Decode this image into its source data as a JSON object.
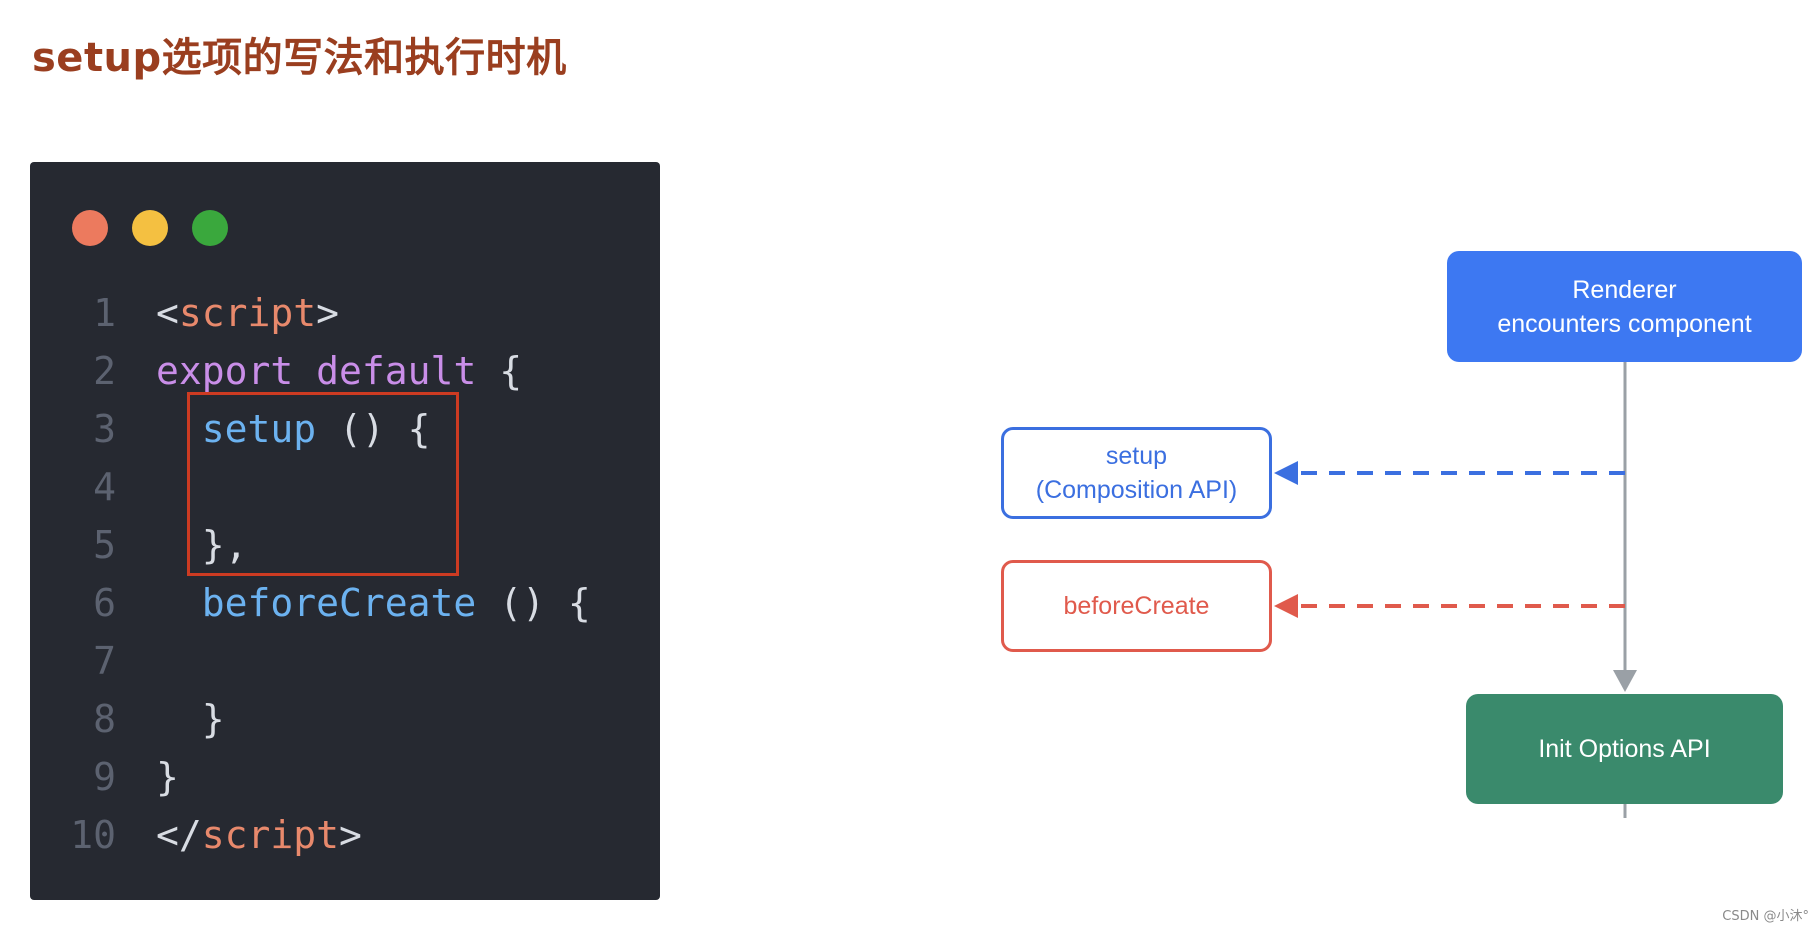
{
  "title": "setup选项的写法和执行时机",
  "credit": "CSDN @小沐°",
  "code_window": {
    "dots": [
      {
        "name": "close-dot",
        "color": "#ec7a5e"
      },
      {
        "name": "minimize-dot",
        "color": "#f4c041"
      },
      {
        "name": "maximize-dot",
        "color": "#3aa83d"
      }
    ],
    "lines": [
      {
        "no": "1",
        "tokens": [
          {
            "t": "<",
            "c": "#d8dce3"
          },
          {
            "t": "script",
            "c": "#e8896c"
          },
          {
            "t": ">",
            "c": "#d8dce3"
          }
        ]
      },
      {
        "no": "2",
        "tokens": [
          {
            "t": "export",
            "c": "#c98ee8"
          },
          {
            "t": " ",
            "c": "#d8dce3"
          },
          {
            "t": "default",
            "c": "#c98ee8"
          },
          {
            "t": " {",
            "c": "#d8dce3"
          }
        ]
      },
      {
        "no": "3",
        "tokens": [
          {
            "t": "  ",
            "c": "#d8dce3"
          },
          {
            "t": "setup",
            "c": "#6cb2f0"
          },
          {
            "t": " () {",
            "c": "#d8dce3"
          }
        ]
      },
      {
        "no": "4",
        "tokens": []
      },
      {
        "no": "5",
        "tokens": [
          {
            "t": "  },",
            "c": "#d8dce3"
          }
        ]
      },
      {
        "no": "6",
        "tokens": [
          {
            "t": "  ",
            "c": "#d8dce3"
          },
          {
            "t": "beforeCreate",
            "c": "#6cb2f0"
          },
          {
            "t": " () {",
            "c": "#d8dce3"
          }
        ]
      },
      {
        "no": "7",
        "tokens": []
      },
      {
        "no": "8",
        "tokens": [
          {
            "t": "  }",
            "c": "#d8dce3"
          }
        ]
      },
      {
        "no": "9",
        "tokens": [
          {
            "t": "}",
            "c": "#d8dce3"
          }
        ]
      },
      {
        "no": "10",
        "tokens": [
          {
            "t": "</",
            "c": "#d8dce3"
          },
          {
            "t": "script",
            "c": "#e8896c"
          },
          {
            "t": ">",
            "c": "#d8dce3"
          }
        ]
      }
    ]
  },
  "diagram": {
    "renderer": {
      "line1": "Renderer",
      "line2": "encounters component",
      "color": "#3d78f2"
    },
    "setup": {
      "line1": "setup",
      "line2": "(Composition API)",
      "color": "#3b6fe0"
    },
    "before_create": {
      "label": "beforeCreate",
      "color": "#e05a4c"
    },
    "init_options": {
      "label": "Init Options API",
      "color": "#3a8a6c"
    },
    "timeline_color": "#9aa0a6"
  }
}
